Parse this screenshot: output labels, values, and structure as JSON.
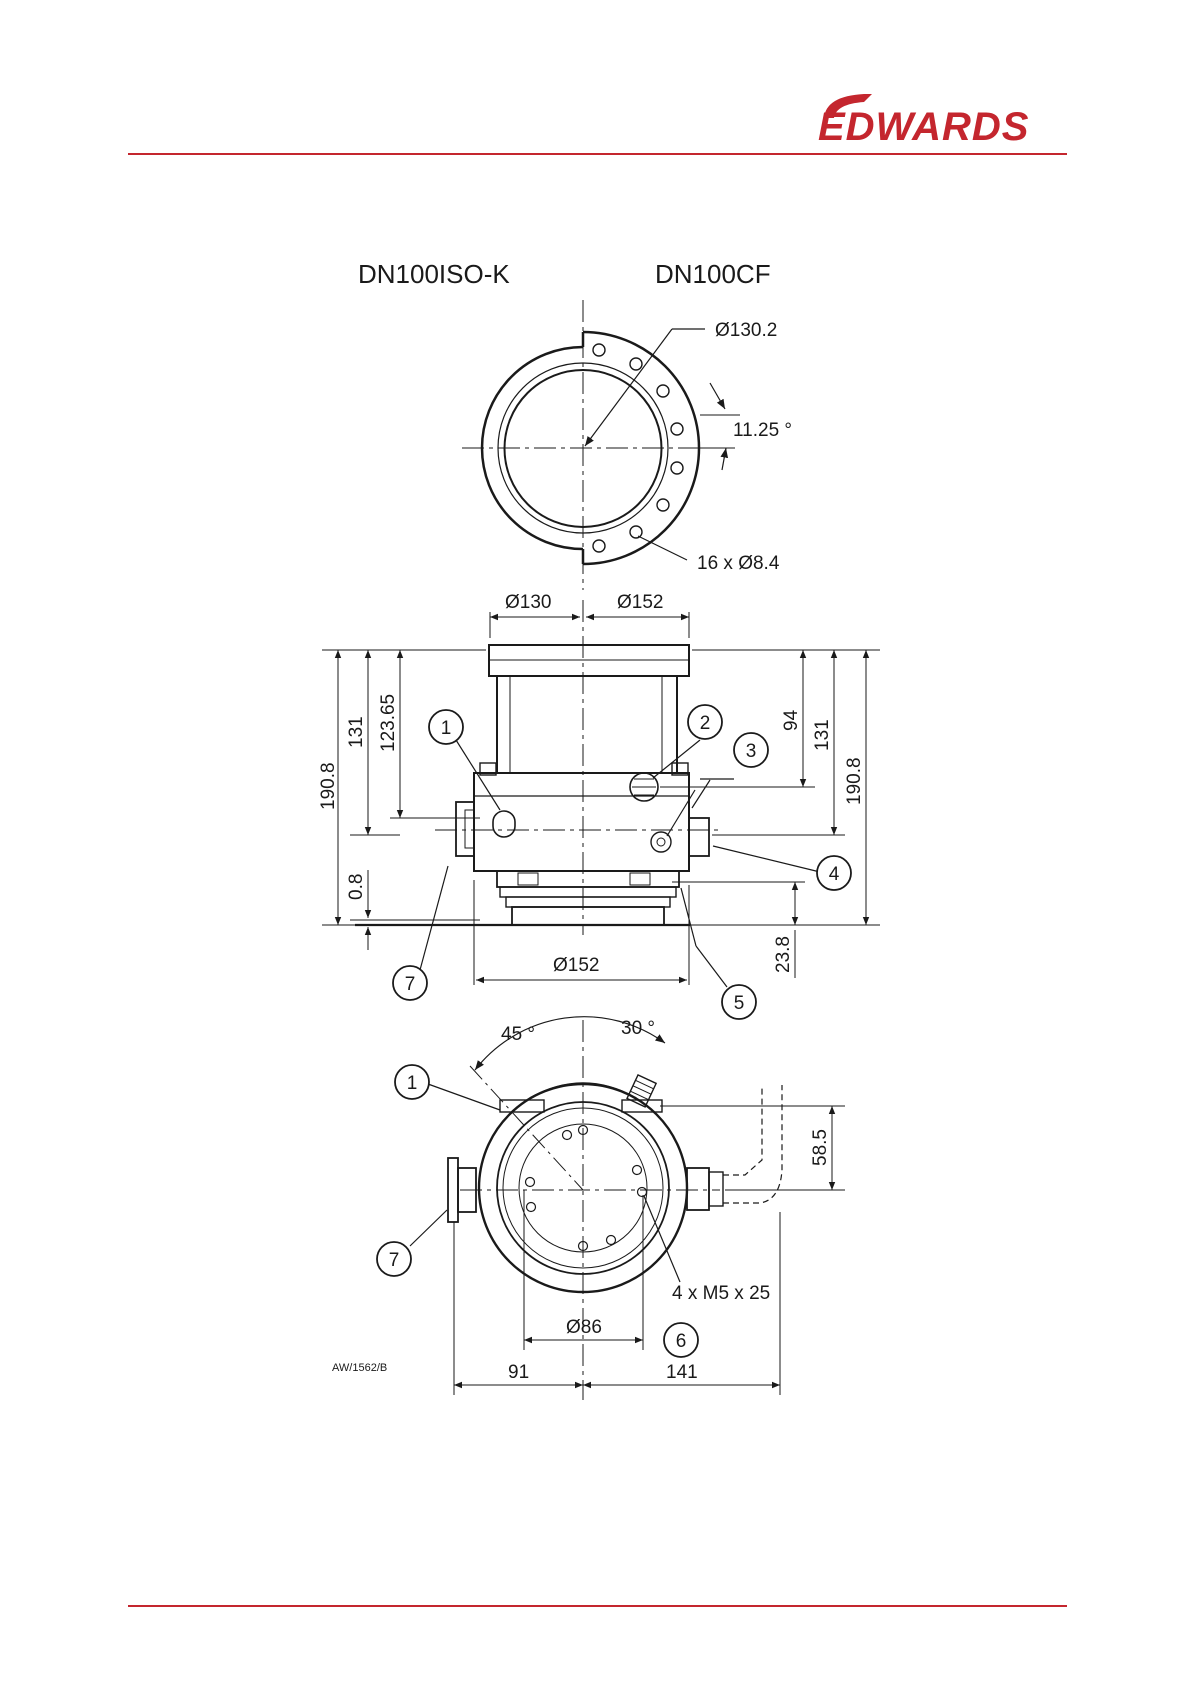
{
  "brand": {
    "name": "EDWARDS",
    "color": "#c4262e"
  },
  "views": {
    "left_title": "DN100ISO-K",
    "right_title": "DN100CF"
  },
  "top_view": {
    "bolt_circle": "Ø130.2",
    "angle": "11.25 °",
    "holes": "16 x Ø8.4"
  },
  "side_view": {
    "dia_left": "Ø130",
    "dia_right": "Ø152",
    "d_190_8_left": "190.8",
    "d_131_left": "131",
    "d_123_65": "123.65",
    "d_0_8": "0.8",
    "d_94": "94",
    "d_131_right": "131",
    "d_190_8_right": "190.8",
    "d_23_8": "23.8",
    "dia_bottom": "Ø152"
  },
  "bottom_view": {
    "angle_45": "45 °",
    "angle_30": "30 °",
    "d_58_5": "58.5",
    "threads": "4 x M5 x 25",
    "dia_86": "Ø86",
    "d_91": "91",
    "d_141": "141"
  },
  "callouts": {
    "c1": "1",
    "c2": "2",
    "c3": "3",
    "c4": "4",
    "c5": "5",
    "c6": "6",
    "c7": "7"
  },
  "drawing_ref": "AW/1562/B"
}
